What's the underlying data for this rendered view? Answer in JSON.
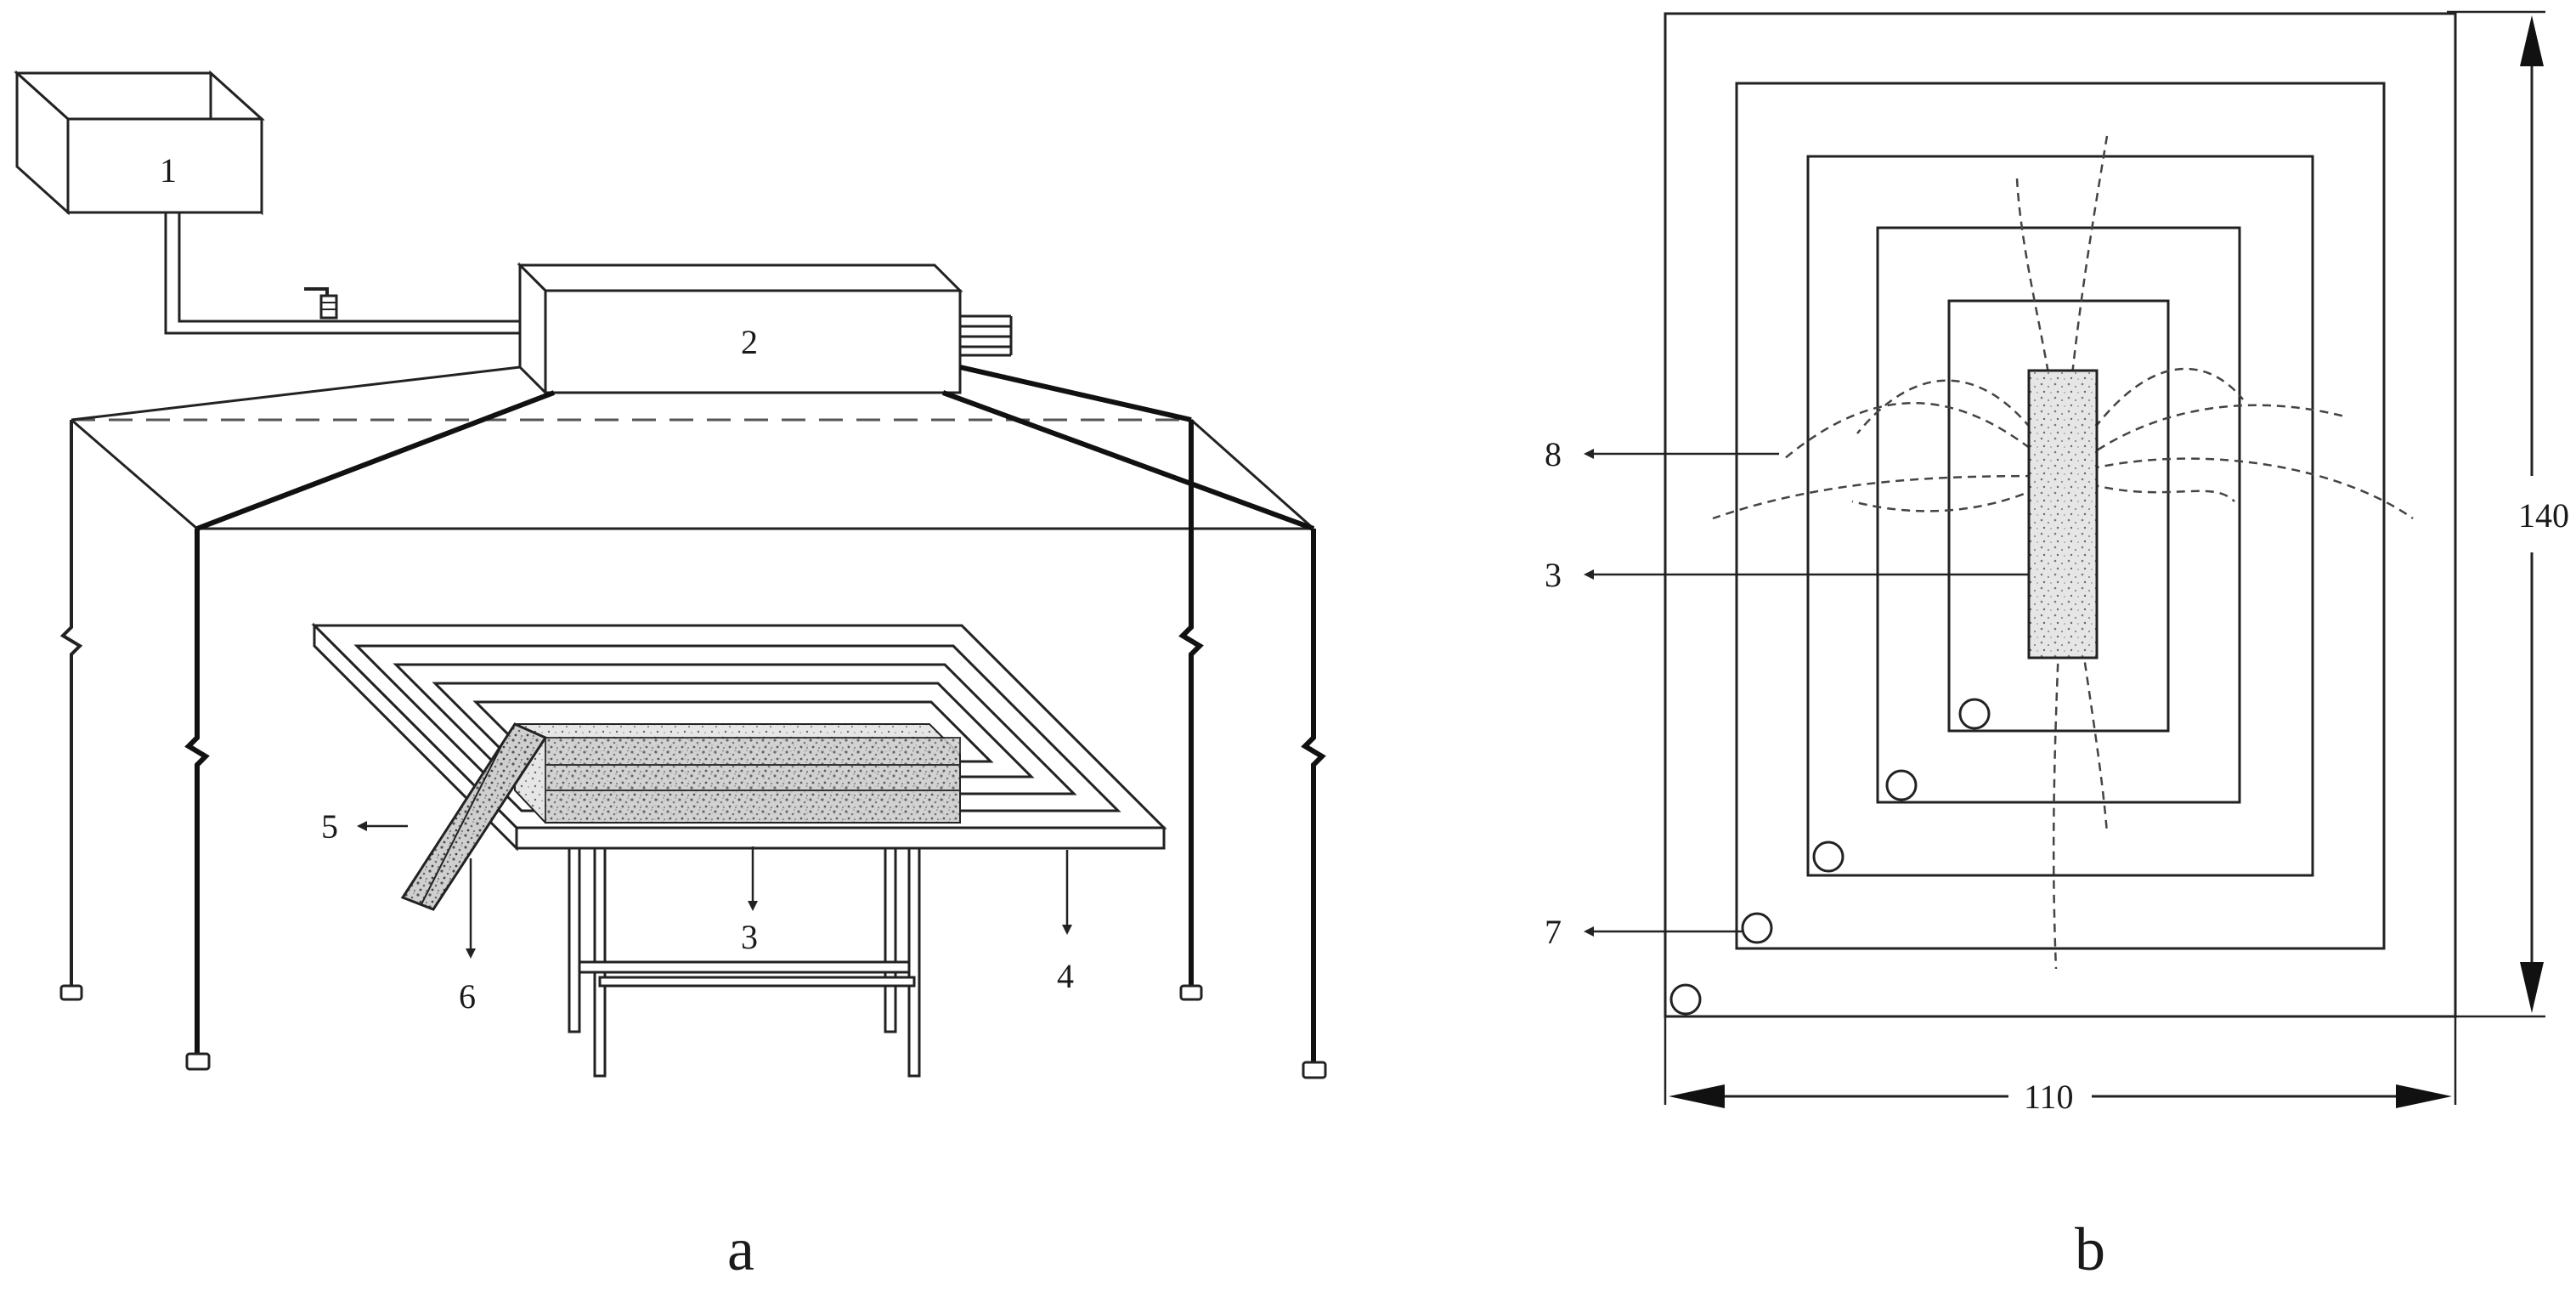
{
  "panel_a": {
    "caption": "a",
    "labels": {
      "l1": "1",
      "l2": "2",
      "l3": "3",
      "l4": "4",
      "l5": "5",
      "l6": "6"
    }
  },
  "panel_b": {
    "caption": "b",
    "labels": {
      "l3": "3",
      "l7": "7",
      "l8": "8"
    },
    "dimensions": {
      "width": "110",
      "height": "140"
    }
  }
}
